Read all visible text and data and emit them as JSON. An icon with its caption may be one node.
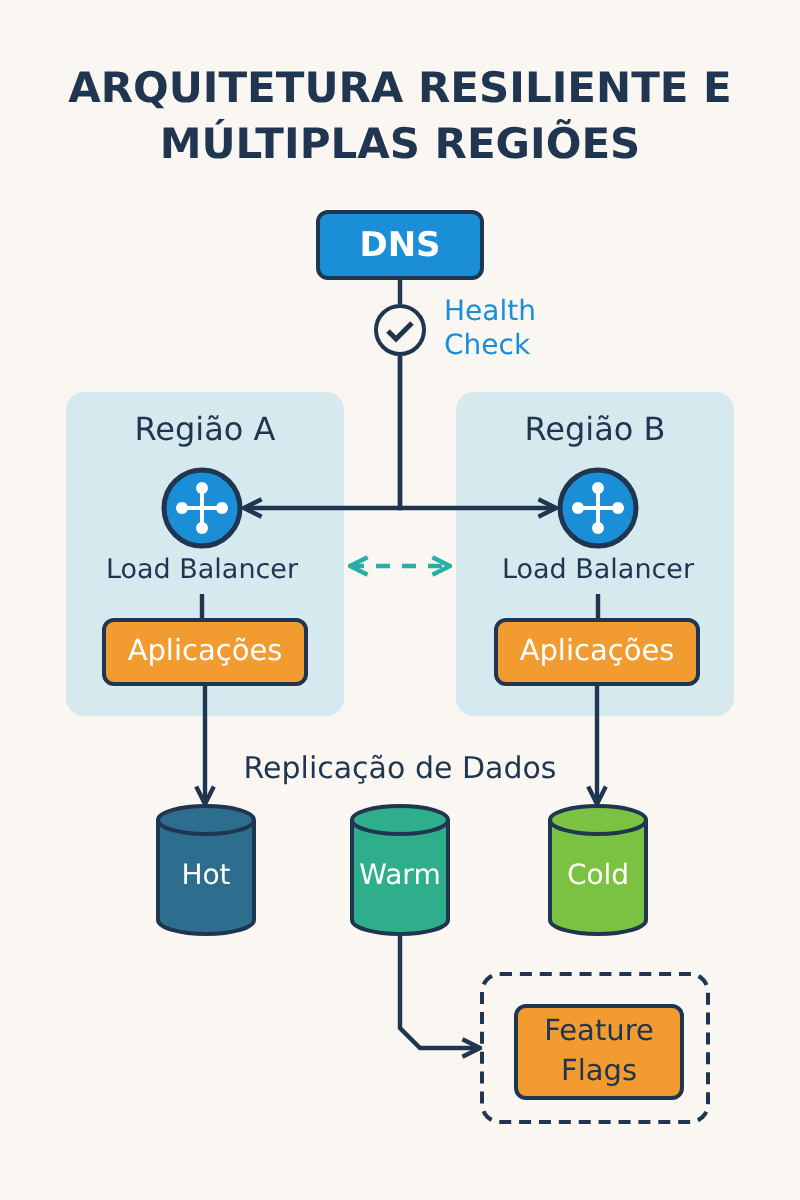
{
  "diagram": {
    "title": "ARQUITETURA RESILIENTE E MÚLTIPLAS REGIÕES",
    "nodes": [
      {
        "text": [
          "DNS"
        ]
      },
      {
        "text": [],
        "shape": "circle",
        "beside": [
          "Health Check"
        ]
      },
      {
        "text": [
          "Região A"
        ]
      },
      {
        "text": [
          "Load Balancer"
        ],
        "in": 2
      },
      {
        "text": [
          "Aplicações"
        ],
        "in": 2
      },
      {
        "text": [
          "Região B"
        ]
      },
      {
        "text": [
          "Load Balancer"
        ],
        "in": 5
      },
      {
        "text": [
          "Aplicações"
        ],
        "in": 5
      },
      {
        "text": [
          "Hot"
        ]
      },
      {
        "text": [
          "Warm"
        ]
      },
      {
        "text": [
          "Cold"
        ]
      },
      {
        "text": [],
        "shape": "box"
      },
      {
        "text": [
          "Feature Flags"
        ],
        "in": 11
      }
    ],
    "edges": [
      {
        "from": 0,
        "to": 1,
        "arrow": "none"
      },
      {
        "from": 1,
        "to": 3,
        "arrow": "to"
      },
      {
        "from": 1,
        "to": 6,
        "arrow": "to"
      },
      {
        "from": 2,
        "to": 5,
        "arrow": "both",
        "style": "dashed",
        "color": "#26b0a8"
      },
      {
        "from": 3,
        "to": 4,
        "arrow": "none"
      },
      {
        "from": 6,
        "to": 7,
        "arrow": "none"
      },
      {
        "from": 4,
        "to": 8,
        "arrow": "to"
      },
      {
        "from": 7,
        "to": 10,
        "arrow": "to"
      },
      {
        "from": 9,
        "to": 11,
        "arrow": "to"
      }
    ],
    "labels": [
      "Replicação de Dados"
    ]
  }
}
